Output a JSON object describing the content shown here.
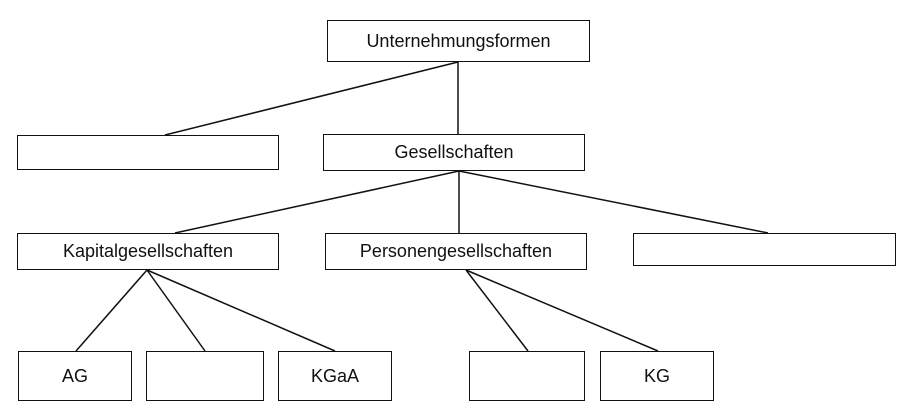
{
  "diagram": {
    "root": "Unternehmungsformen",
    "level1": {
      "left": "",
      "right": "Gesellschaften"
    },
    "level2": {
      "left": "Kapitalgesellschaften",
      "middle": "Personengesellschaften",
      "right": ""
    },
    "level3": {
      "kapital_children": [
        "AG",
        "",
        "KGaA"
      ],
      "personen_children": [
        "",
        "KG"
      ]
    }
  }
}
